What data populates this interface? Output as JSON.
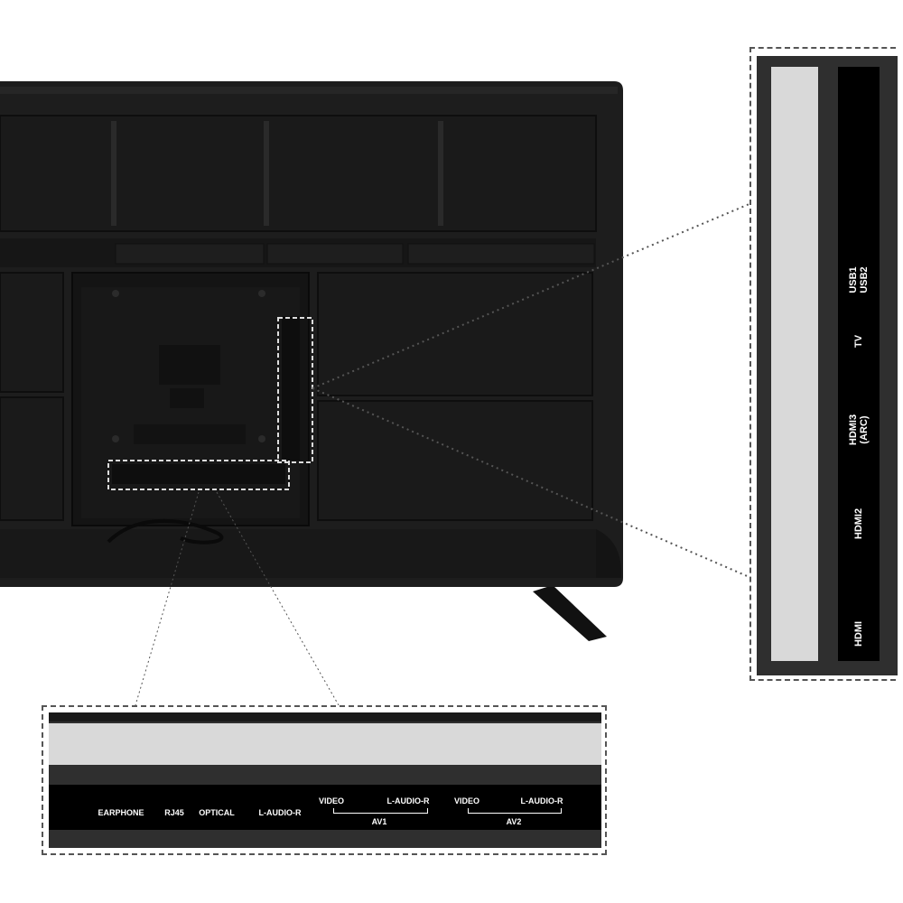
{
  "rear_ports_vertical": [
    {
      "lines": [
        "USB1",
        "USB2"
      ]
    },
    {
      "lines": [
        "TV"
      ]
    },
    {
      "lines": [
        "HDMI3",
        "(ARC)"
      ]
    },
    {
      "lines": [
        "HDMI2"
      ]
    },
    {
      "lines": [
        "HDMI"
      ]
    }
  ],
  "rear_ports_horizontal": {
    "single": [
      "EARPHONE",
      "RJ45",
      "OPTICAL",
      "L-AUDIO-R"
    ],
    "groups": [
      {
        "name": "AV1",
        "ports": [
          "VIDEO",
          "L-AUDIO-R"
        ]
      },
      {
        "name": "AV2",
        "ports": [
          "VIDEO",
          "L-AUDIO-R"
        ]
      }
    ]
  },
  "colors": {
    "tv_body": "#1b1b1b",
    "port_strip": "#000000",
    "label_text": "#ffffff",
    "callout_border": "#555555"
  }
}
